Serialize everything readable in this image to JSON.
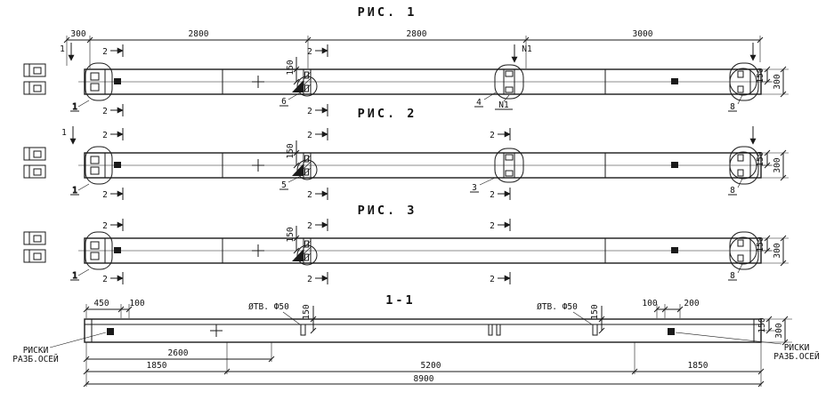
{
  "fig1": {
    "title": "РИС. 1",
    "dim_300": "300",
    "dim_2800_a": "2800",
    "dim_2800_b": "2800",
    "dim_3000": "3000",
    "dim_150": "150",
    "dim_right_150": "150",
    "dim_right_300": "300",
    "cut_1": "1",
    "cut_2": "2",
    "detail_1": "1",
    "detail_6": "6",
    "detail_4": "4",
    "detail_8": "8",
    "rebar_n1": "N1"
  },
  "fig2": {
    "title": "РИС. 2",
    "dim_150": "150",
    "dim_right_150": "150",
    "dim_right_300": "300",
    "cut_1": "1",
    "cut_2": "2",
    "detail_1": "1",
    "detail_5": "5",
    "detail_3": "3",
    "detail_8": "8"
  },
  "fig3": {
    "title": "РИС. 3",
    "dim_150": "150",
    "dim_right_150": "150",
    "dim_right_300": "300",
    "cut_2": "2",
    "detail_1": "1",
    "detail_8": "8"
  },
  "section": {
    "title": "1-1",
    "dim_450": "450",
    "dim_100_left": "100",
    "dim_100_right": "100",
    "dim_200": "200",
    "hole_label": "ØТВ. Ф50",
    "dim_150_hole": "150",
    "dim_right_150": "150",
    "dim_right_300": "300",
    "dim_2600": "2600",
    "dim_1850": "1850",
    "dim_5200": "5200",
    "dim_8900": "8900",
    "axis_mark_line1": "РИСКИ",
    "axis_mark_line2": "РАЗБ.ОСЕЙ"
  }
}
